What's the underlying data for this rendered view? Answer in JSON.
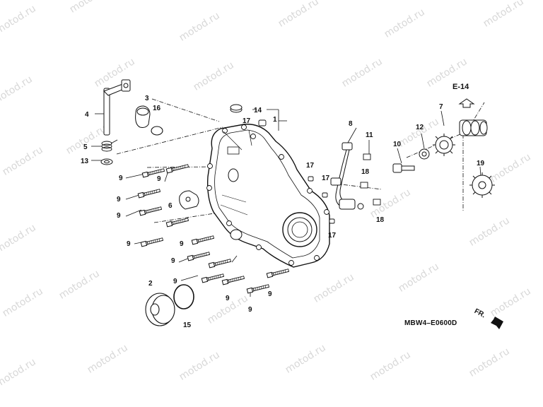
{
  "watermark": {
    "text": "motod.ru"
  },
  "diagram": {
    "code": "MBW4–E0600D",
    "reference": "E-14",
    "direction": "FR."
  },
  "callouts": {
    "c1": "1",
    "c2": "2",
    "c3": "3",
    "c4": "4",
    "c5": "5",
    "c6": "6",
    "c7": "7",
    "c8": "8",
    "c9a": "9",
    "c9b": "9",
    "c9c": "9",
    "c9d": "9",
    "c9e": "9",
    "c9f": "9",
    "c9g": "9",
    "c9h": "9",
    "c9i": "9",
    "c9j": "9",
    "c9k": "9",
    "c10": "10",
    "c11": "11",
    "c12": "12",
    "c13": "13",
    "c14": "14",
    "c15": "15",
    "c16": "16",
    "c17a": "17",
    "c17b": "17",
    "c17c": "17",
    "c17d": "17",
    "c18a": "18",
    "c18b": "18",
    "c19": "19"
  }
}
